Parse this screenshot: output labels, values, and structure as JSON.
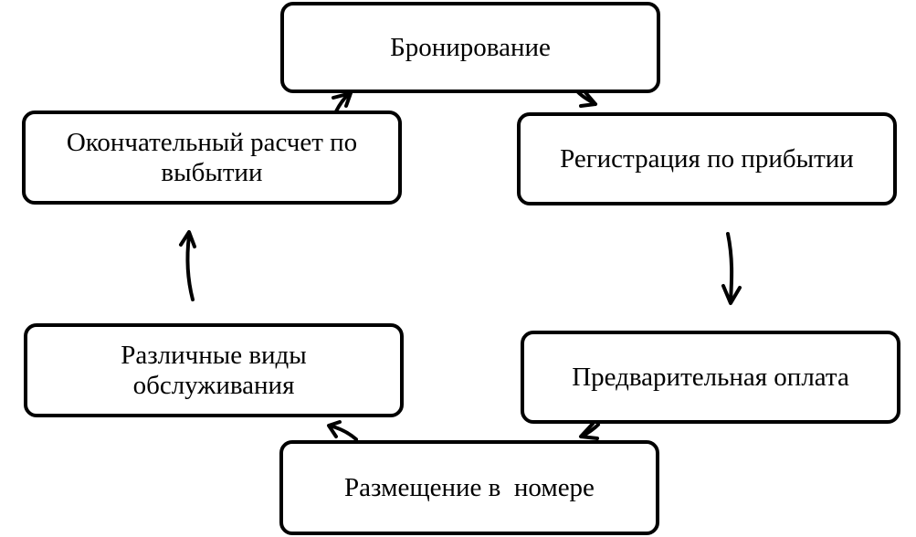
{
  "diagram": {
    "nodes": [
      {
        "id": "booking",
        "label": "Бронирование"
      },
      {
        "id": "checkin",
        "label": "Регистрация по прибытии"
      },
      {
        "id": "prepay",
        "label": "Предварительная оплата"
      },
      {
        "id": "placement",
        "label": "Размещение в  номере"
      },
      {
        "id": "services",
        "label": "Различные виды обслуживания"
      },
      {
        "id": "checkout",
        "label": "Окончательный расчет по выбытии"
      }
    ],
    "edges": [
      {
        "from": "booking",
        "to": "checkin"
      },
      {
        "from": "checkin",
        "to": "prepay"
      },
      {
        "from": "prepay",
        "to": "placement"
      },
      {
        "from": "placement",
        "to": "services"
      },
      {
        "from": "services",
        "to": "checkout"
      },
      {
        "from": "checkout",
        "to": "booking"
      }
    ]
  }
}
